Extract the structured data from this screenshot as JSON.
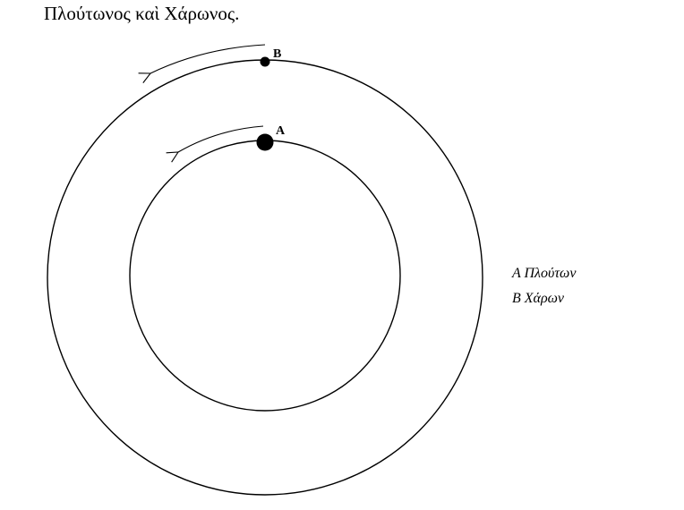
{
  "caption": "Πλούτωνος καὶ Χάρωνος.",
  "points": {
    "a_label": "A",
    "b_label": "B"
  },
  "legend": {
    "row_a": "A Πλούτων",
    "row_b": "B Χάρων"
  },
  "colors": {
    "ink": "#000000",
    "background": "#ffffff"
  }
}
